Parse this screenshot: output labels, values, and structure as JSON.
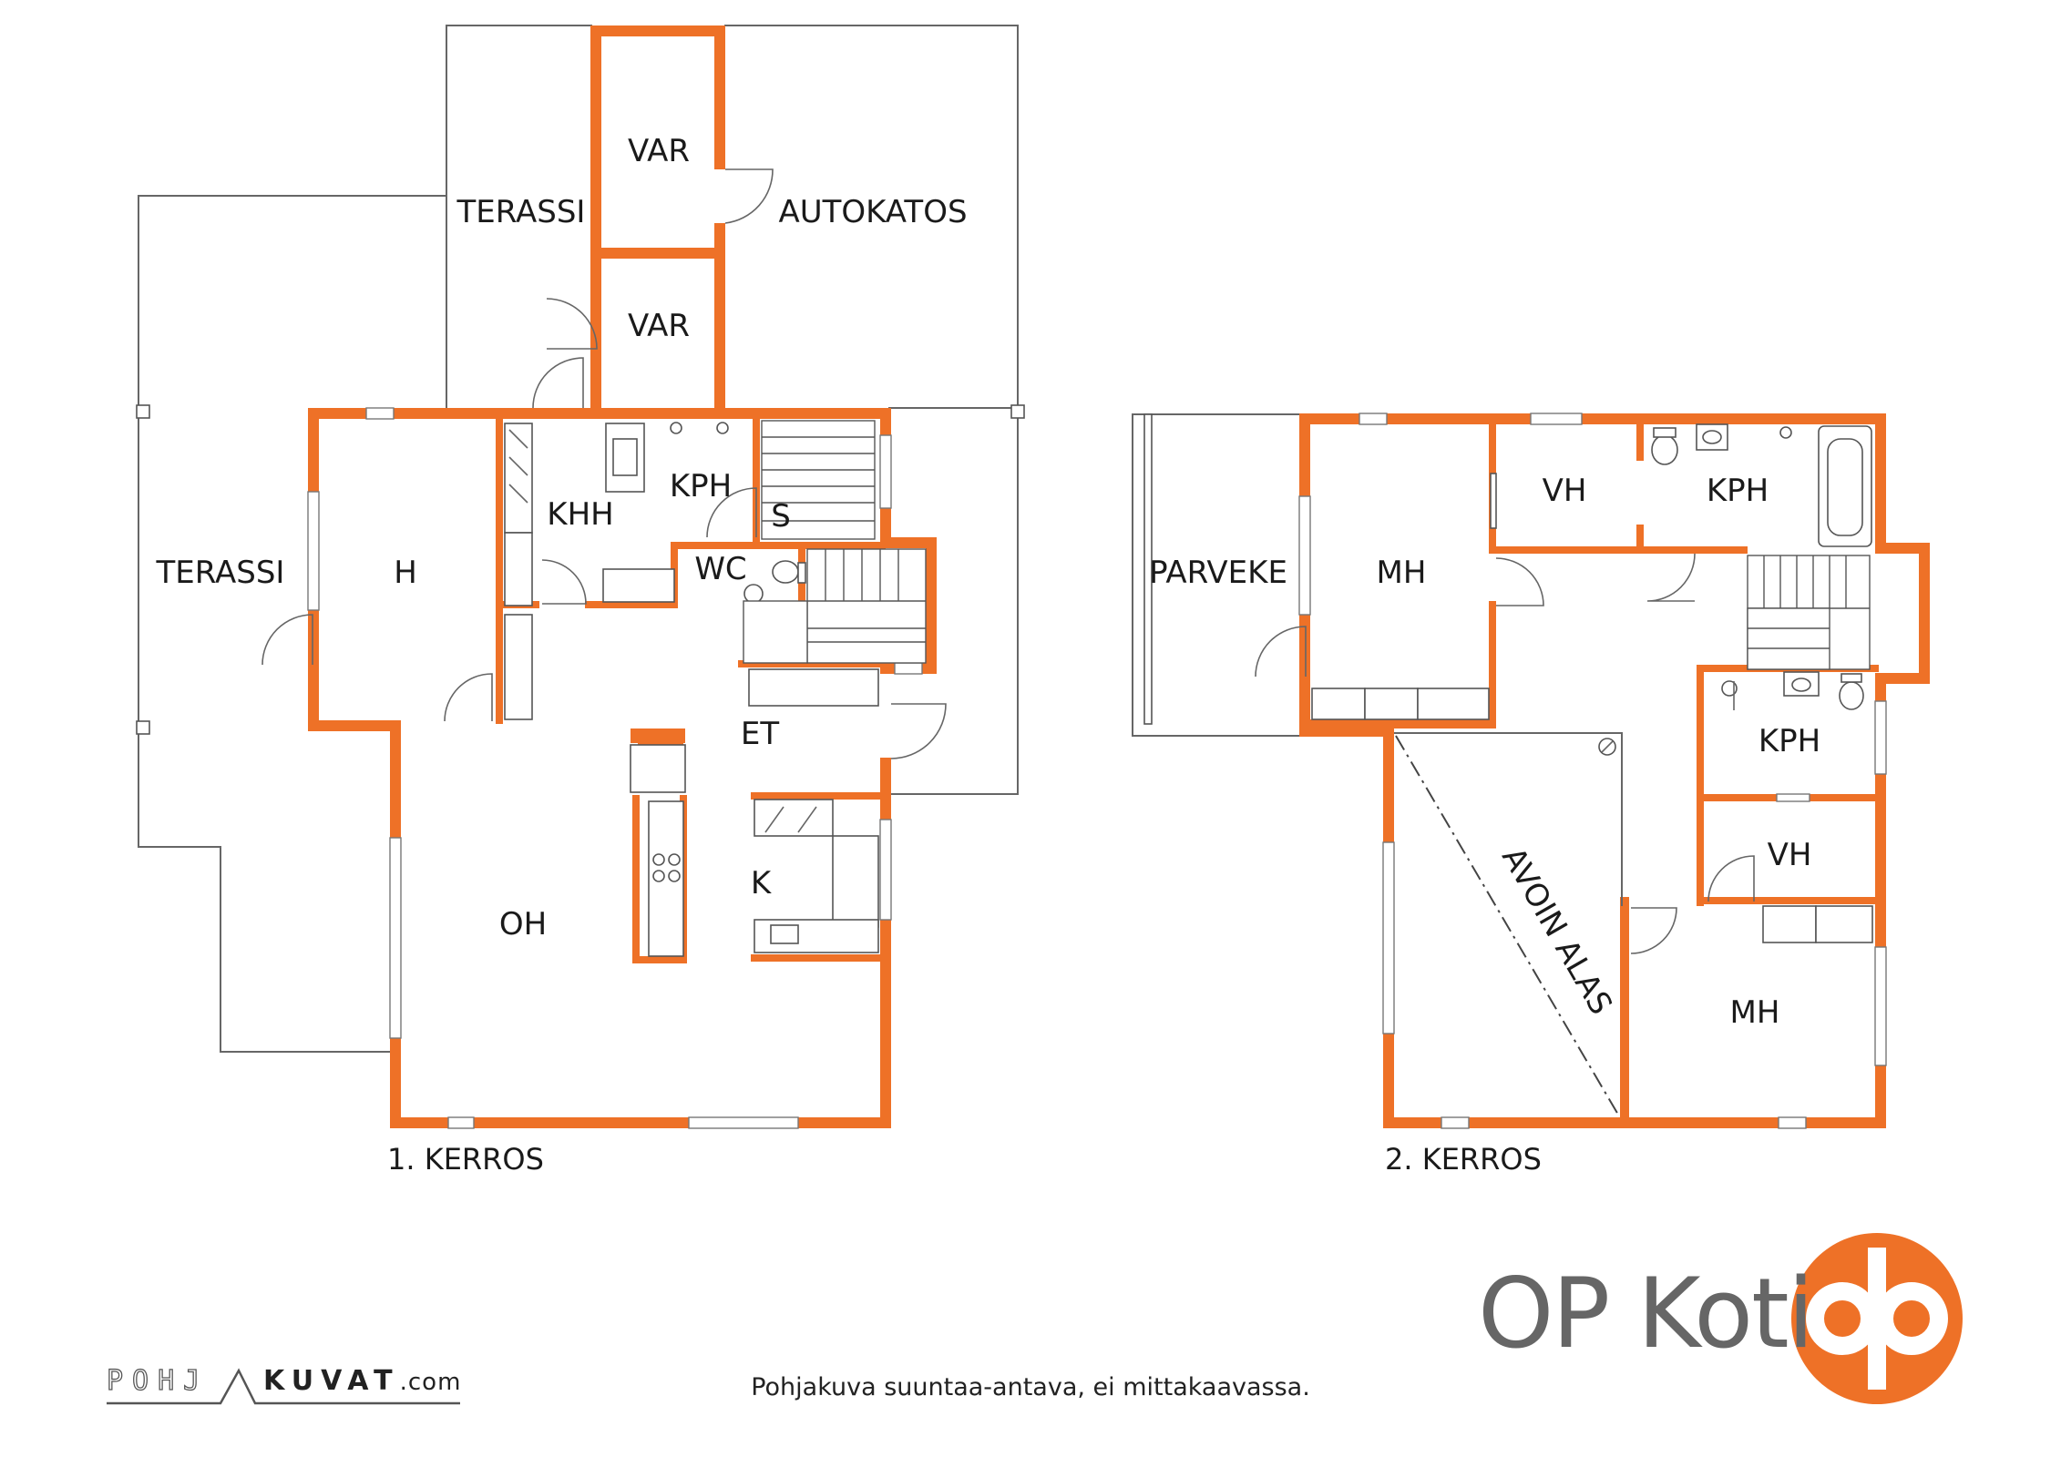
{
  "floor1": {
    "caption": "1. KERROS",
    "rooms": {
      "terassi_left": "TERASSI",
      "terassi_top": "TERASSI",
      "var_top": "VAR",
      "var_bottom": "VAR",
      "autokatos": "AUTOKATOS",
      "h": "H",
      "khh": "KHH",
      "kph": "KPH",
      "s": "S",
      "wc": "WC",
      "et": "ET",
      "oh": "OH",
      "k": "K"
    }
  },
  "floor2": {
    "caption": "2. KERROS",
    "rooms": {
      "parveke": "PARVEKE",
      "mh_left": "MH",
      "vh_top": "VH",
      "kph_top": "KPH",
      "kph_mid": "KPH",
      "vh_mid": "VH",
      "mh_right": "MH"
    },
    "opening_note": "AVOIN ALAS"
  },
  "brand": {
    "name": "OP Koti",
    "accent_color": "#ee7127",
    "logo_icon": "op-logo-icon"
  },
  "watermark": {
    "left": "POHJ",
    "right": "KUVAT",
    "suffix": ".com"
  },
  "disclaimer": "Pohjakuva suuntaa-antava, ei mittakaavassa."
}
